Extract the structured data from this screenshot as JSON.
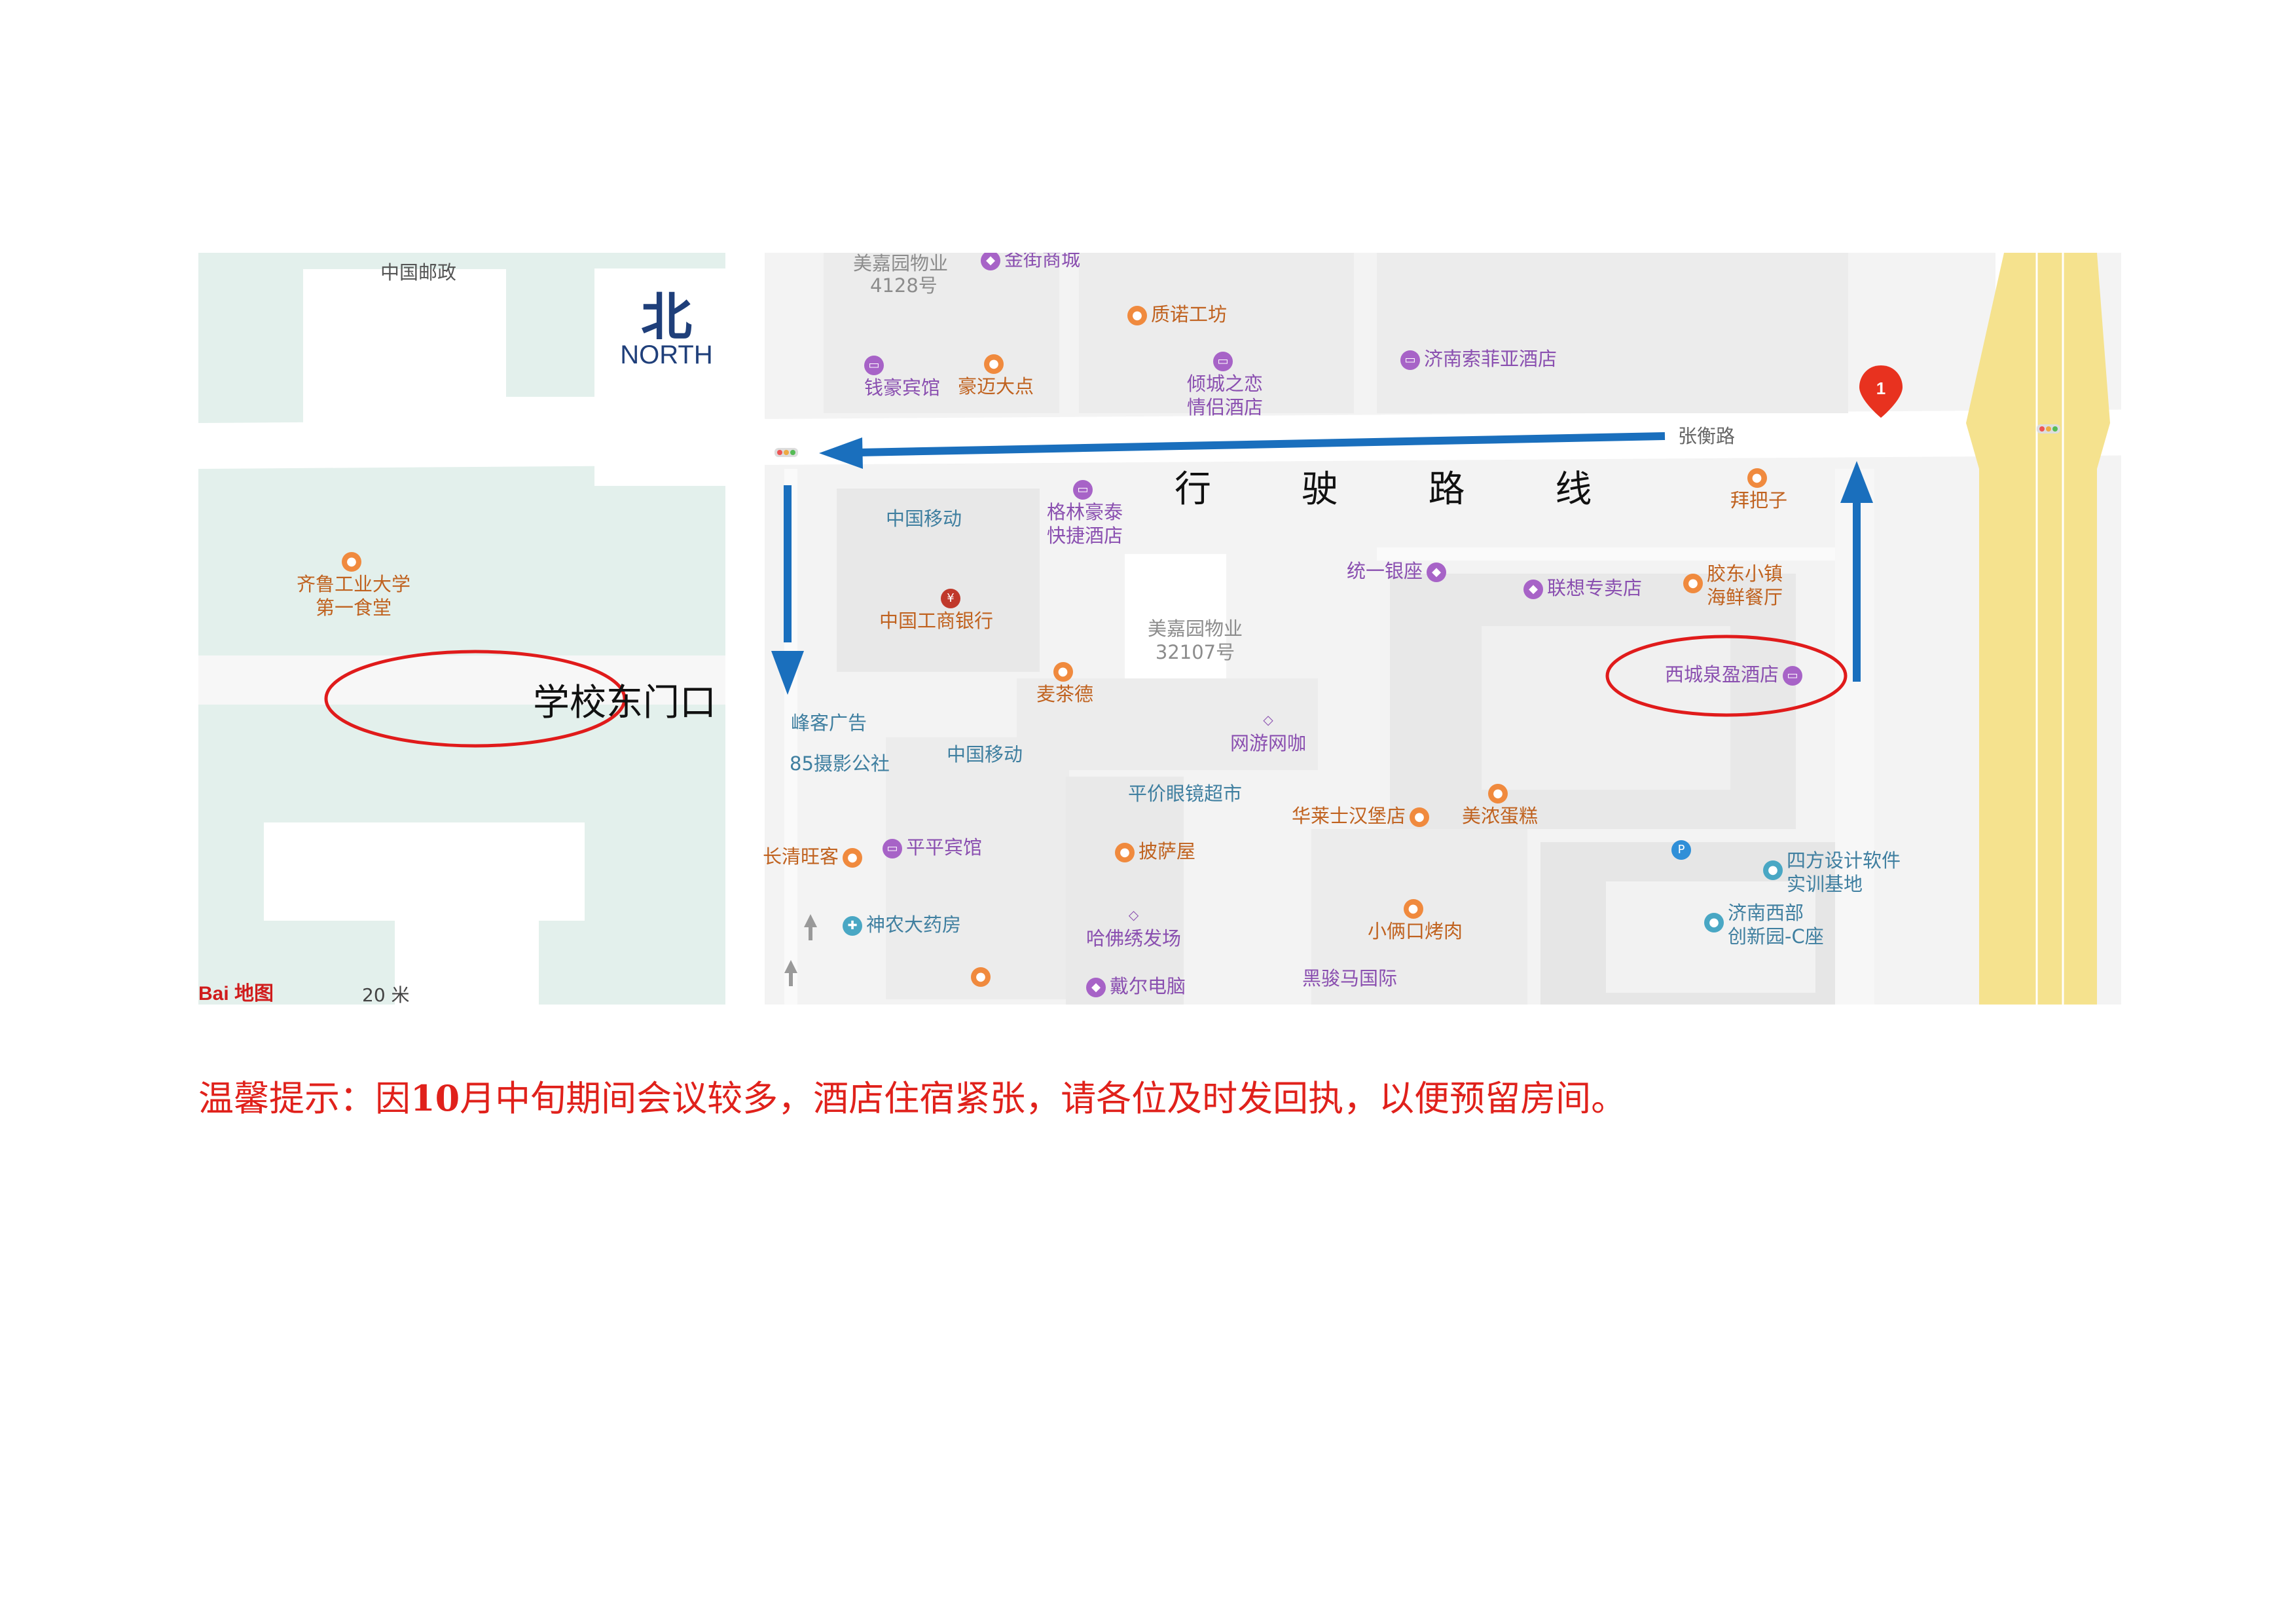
{
  "compass": {
    "zh": "北",
    "en": "NORTH"
  },
  "route_label": "行 驶 路 线",
  "school_gate_label": "学校东门口",
  "road_label": "张衡路",
  "marker_number": "1",
  "scale_text": "20 米",
  "logo_text": "Bai 地图",
  "pois": {
    "china_post": "中国邮政",
    "meijia_top": "美嘉园物业",
    "meijia_top_no": "4128号",
    "jinjie": "金街商城",
    "qianhao": "钱豪宾馆",
    "haomai": "豪迈大点",
    "zhinuo": "质诺工坊",
    "qingcheng_1": "倾城之恋",
    "qingcheng_2": "情侣酒店",
    "sofia": "济南索菲亚酒店",
    "qilu_1": "齐鲁工业大学",
    "qilu_2": "第一食堂",
    "cmcc_1": "中国移动",
    "gelin_1": "格林豪泰",
    "gelin_2": "快捷酒店",
    "baibazi": "拜把子",
    "tongyi": "统一银座",
    "lenovo": "联想专卖店",
    "jiaodong_1": "胶东小镇",
    "jiaodong_2": "海鲜餐厅",
    "icbc": "中国工商银行",
    "meijia_mid": "美嘉园物业",
    "meijia_mid_no": "32107号",
    "xicheng": "西城泉盈酒店",
    "maichade": "麦茶德",
    "fengke": "峰客广告",
    "s85": "85摄影公社",
    "cmcc_2": "中国移动",
    "wangyou": "网游网咖",
    "pingjia": "平价眼镜超市",
    "hualaishi": "华莱士汉堡店",
    "meinong": "美浓蛋糕",
    "changqing": "长清旺客",
    "pingping": "平平宾馆",
    "pisa": "披萨屋",
    "sifang_1": "四方设计软件",
    "sifang_2": "实训基地",
    "shennong": "神农大药房",
    "hafo": "哈佛绣发场",
    "xiaoliangkou": "小俩口烤肉",
    "jinan_xibu_1": "济南西部",
    "jinan_xibu_2": "创新园-C座",
    "daier": "戴尔电脑",
    "heijunma_1": "黑骏马国际"
  },
  "notice": {
    "prefix": "温馨提示：因",
    "bold": "10",
    "suffix": "月中旬期间会议较多，酒店住宿紧张，请各位及时发回执，以便预留房间。"
  },
  "colors": {
    "arrow": "#1a6fbd",
    "ellipse": "#e01b1b",
    "notice": "#e0211b",
    "highway": "#f5e28e",
    "green_block": "#e3f0ec"
  }
}
